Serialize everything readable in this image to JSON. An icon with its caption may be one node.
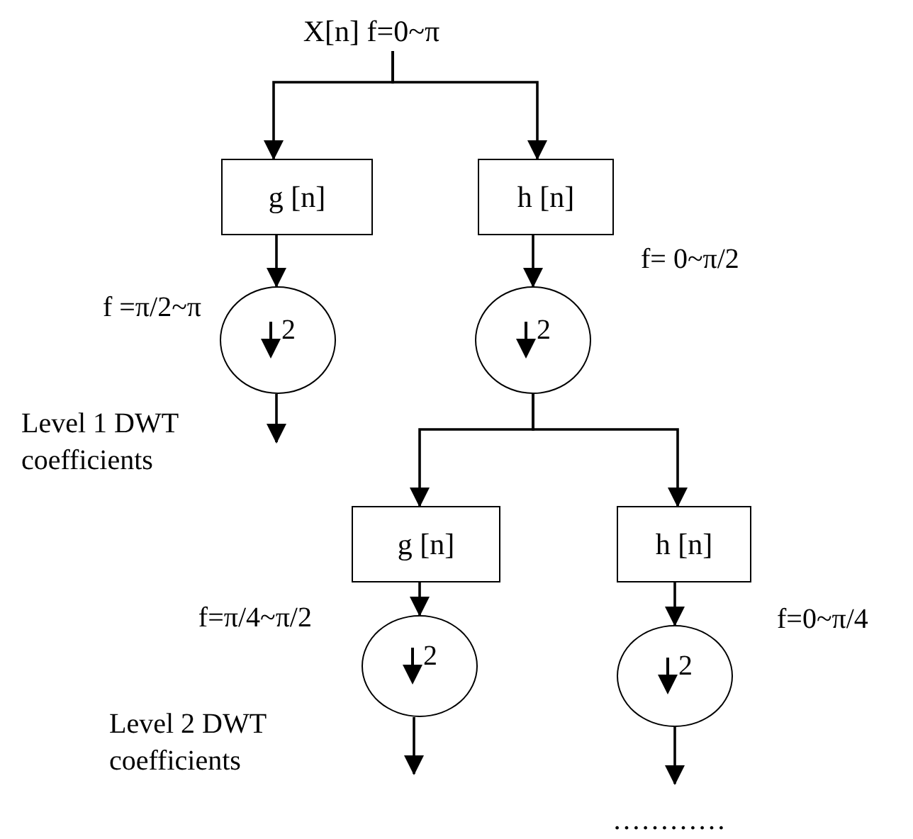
{
  "diagram": {
    "nodes": [
      {
        "text": [
          "X[n] f=0~π"
        ]
      },
      {
        "text": [
          "g [n]"
        ]
      },
      {
        "text": [
          "h [n]"
        ],
        "beside": [
          "f= 0~π/2"
        ]
      },
      {
        "text": [
          "2"
        ],
        "beside": [
          "f =π/2~π"
        ]
      },
      {
        "text": [
          "2"
        ]
      },
      {
        "text": [
          "g [n]"
        ]
      },
      {
        "text": [
          "h [n]"
        ]
      },
      {
        "text": [
          "2"
        ],
        "beside": [
          "f=π/4~π/2"
        ]
      },
      {
        "text": [
          "2"
        ],
        "beside": [
          "f=0~π/4"
        ]
      }
    ],
    "edges": [
      {
        "from": 0,
        "to": 1,
        "arrow": "to"
      },
      {
        "from": 0,
        "to": 2,
        "arrow": "to"
      },
      {
        "from": 1,
        "to": 3,
        "arrow": "to"
      },
      {
        "from": 2,
        "to": 4,
        "arrow": "to"
      },
      {
        "from": 3,
        "to": null,
        "arrow": "to"
      },
      {
        "from": 4,
        "to": 5,
        "arrow": "to"
      },
      {
        "from": 4,
        "to": 6,
        "arrow": "to"
      },
      {
        "from": 5,
        "to": 7,
        "arrow": "to"
      },
      {
        "from": 6,
        "to": 8,
        "arrow": "to"
      },
      {
        "from": 7,
        "to": null,
        "arrow": "to"
      },
      {
        "from": 8,
        "to": null,
        "arrow": "to"
      }
    ],
    "labels": [
      "Level 1 DWT coefficients",
      "Level 2 DWT coefficients",
      "…………"
    ]
  }
}
